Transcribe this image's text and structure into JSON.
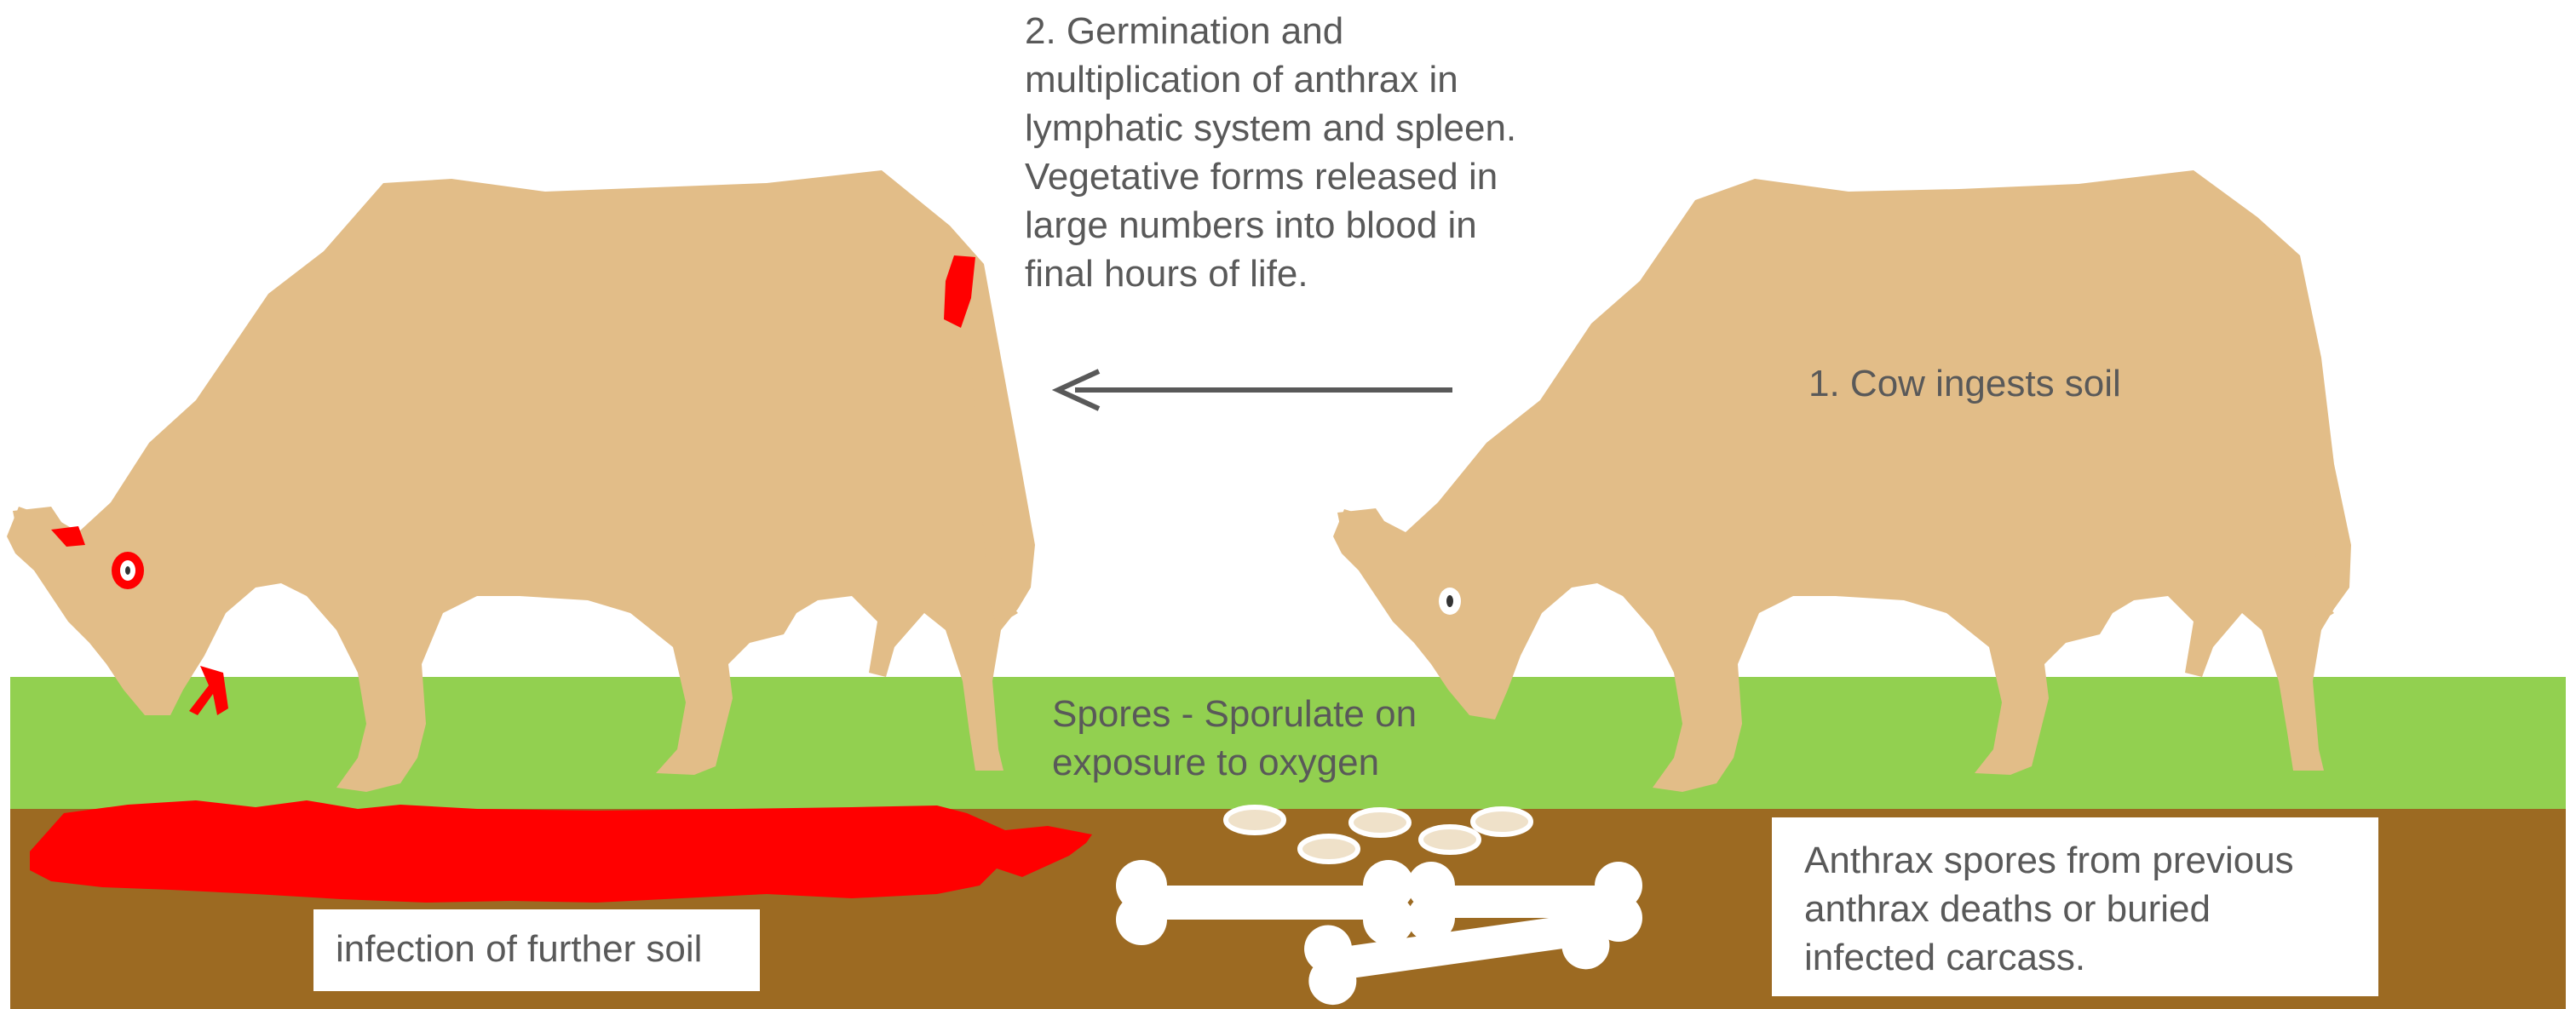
{
  "labels": {
    "germination": "2. Germination and\nmultiplication of anthrax in\nlymphatic system and spleen.\nVegetative forms released in\nlarge numbers into blood in\nfinal hours of life.",
    "ingest": "1. Cow ingests soil",
    "spores": "Spores - Sporulate on\nexposure to oxygen",
    "further_soil": "infection of further soil",
    "previous_deaths": "Anthrax spores from previous\nanthrax deaths or buried\ninfected carcass."
  },
  "colors": {
    "cow_body": "#e2bd88",
    "grass": "#92d050",
    "soil": "#9c6a22",
    "blood": "#ff0000",
    "bone": "#ffffff",
    "spore_fill": "#efe1c9",
    "arrow": "#595959",
    "text": "#595959"
  },
  "icons": {
    "sick_cow": "cow-icon",
    "healthy_cow": "cow-icon",
    "arrow": "arrow-left-icon",
    "bones": "bone-icon",
    "spores": "spore-icon",
    "blood_pool": "blood-pool-icon"
  }
}
